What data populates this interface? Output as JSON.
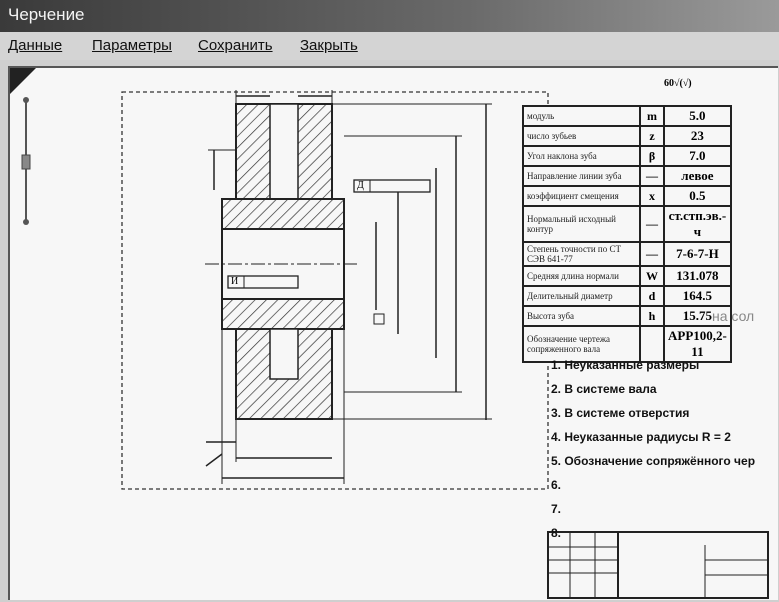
{
  "window": {
    "title": "Черчение"
  },
  "menu": [
    "Данные",
    "Параметры",
    "Сохранить",
    "Закрыть"
  ],
  "drawing": {
    "roughness": "60",
    "boxes": [
      "Д",
      "И"
    ],
    "table": [
      {
        "param": "модуль",
        "sym": "m",
        "value": "5.0"
      },
      {
        "param": "число зубьев",
        "sym": "z",
        "value": "23"
      },
      {
        "param": "Угол наклона зуба",
        "sym": "β",
        "value": "7.0"
      },
      {
        "param": "Направление линии зуба",
        "sym": "—",
        "value": "левое"
      },
      {
        "param": "коэффициент смещения",
        "sym": "x",
        "value": "0.5"
      },
      {
        "param": "Нормальный исходный контур",
        "sym": "—",
        "value": "ст.стп.эв.-ч"
      },
      {
        "param": "Степень точности по СТ СЭВ 641-77",
        "sym": "—",
        "value": "7-6-7-Н"
      },
      {
        "param": "Средняя длина нормали",
        "sym": "W",
        "value": "131.078"
      },
      {
        "param": "Делительный диаметр",
        "sym": "d",
        "value": "164.5"
      },
      {
        "param": "Высота зуба",
        "sym": "h",
        "value": "15.75"
      },
      {
        "param": "Обозначение чертежа сопряженного вала",
        "sym": "",
        "value": "АРР100,2-11"
      }
    ],
    "notes": [
      "1. Неуказанные размеры",
      "2. В системе вала",
      "3. В системе отверстия",
      "4. Неуказанные радиусы R = 2",
      "5. Обозначение сопряжённого чер",
      "6.",
      "7.",
      "8."
    ]
  },
  "ghost": "на сол"
}
